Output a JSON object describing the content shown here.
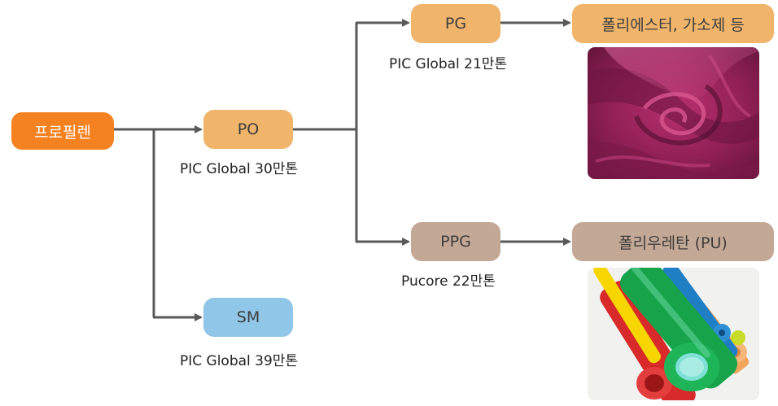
{
  "diagram": {
    "root": {
      "label": "프로필렌"
    },
    "level1": [
      {
        "id": "po",
        "label": "PO",
        "caption": "PIC Global 30만톤"
      },
      {
        "id": "sm",
        "label": "SM",
        "caption": "PIC Global 39만톤"
      }
    ],
    "level2": [
      {
        "id": "pg",
        "label": "PG",
        "caption": "PIC Global 21만톤",
        "product": "폴리에스터, 가소제 등"
      },
      {
        "id": "ppg",
        "label": "PPG",
        "caption": "Pucore 22만톤",
        "product": "폴리우레탄 (PU)"
      }
    ],
    "colors": {
      "root": "#f58220",
      "orange_node": "#f0b46a",
      "blue_node": "#90c6e7",
      "taupe_node": "#c4a896",
      "connector": "#595959"
    },
    "images": [
      {
        "id": "fabric-photo",
        "depicts": "magenta polyester fabric"
      },
      {
        "id": "tubes-photo",
        "depicts": "colorful polyurethane tubes"
      }
    ]
  }
}
